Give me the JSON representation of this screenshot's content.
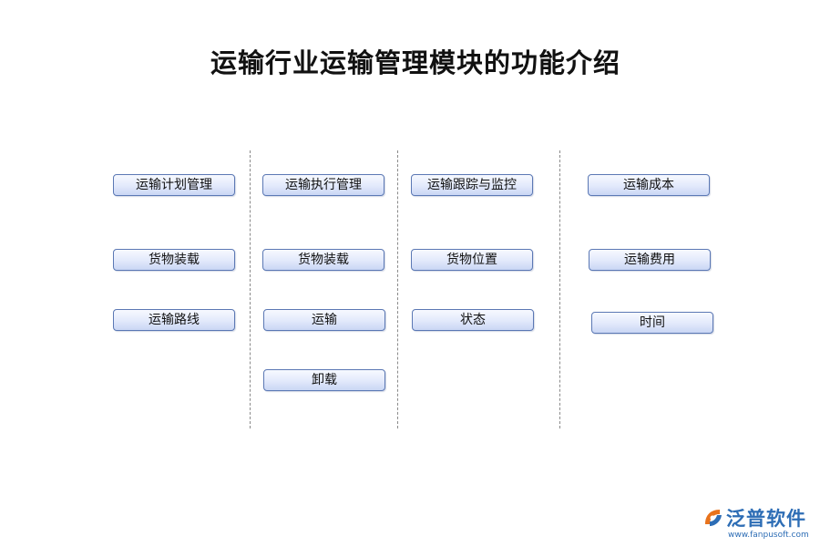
{
  "title": "运输行业运输管理模块的功能介绍",
  "columns": [
    {
      "items": [
        "运输计划管理",
        "货物装载",
        "运输路线"
      ]
    },
    {
      "items": [
        "运输执行管理",
        "货物装载",
        "运输",
        "卸载"
      ]
    },
    {
      "items": [
        "运输跟踪与监控",
        "货物位置",
        "状态"
      ]
    },
    {
      "items": [
        "运输成本",
        "运输费用",
        "时间"
      ]
    }
  ],
  "logo": {
    "name": "泛普软件",
    "url": "www.fanpusoft.com",
    "icon": "fanpu-logo-icon"
  },
  "colors": {
    "node_border": "#5b78b4",
    "node_fill": "#e2e9fb",
    "divider": "#8a8a8a",
    "logo_blue": "#2d6db5",
    "logo_orange": "#e8731c"
  }
}
